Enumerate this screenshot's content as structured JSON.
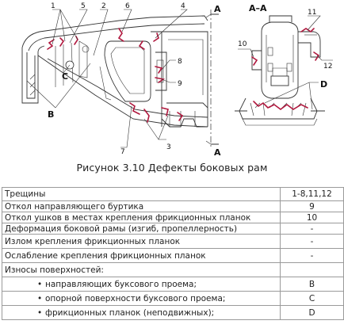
{
  "figure": {
    "caption": "Рисунок 3.10 Дефекты боковых рам",
    "callouts": [
      "1",
      "2",
      "3",
      "4",
      "5",
      "6",
      "7",
      "8",
      "9",
      "10",
      "11",
      "12"
    ],
    "letter_labels": [
      "A",
      "A",
      "A–A",
      "B",
      "C",
      "D"
    ]
  },
  "table": {
    "rows": [
      {
        "text": "Трещины",
        "code": "1-8,11,12"
      },
      {
        "text": "Откол направляющего буртика",
        "code": "9"
      },
      {
        "text": "Откол ушков в местах крепления фрикционных планок",
        "code": "10"
      },
      {
        "text": "Деформация боковой рамы (изгиб, пропеллерность)",
        "code": "-"
      },
      {
        "text": "Излом крепления фрикционных планок",
        "code": "-"
      },
      {
        "text": "Ослабление крепления фрикционных планок",
        "code": "-"
      },
      {
        "text": "Износы поверхностей:",
        "code": ""
      },
      {
        "text": "направляющих буксового проема;",
        "code": "B",
        "bullet": "•"
      },
      {
        "text": "опорной поверхности буксового проема;",
        "code": "C",
        "bullet": "•"
      },
      {
        "text": "фрикционных планок (неподвижных);",
        "code": "D",
        "bullet": "•"
      }
    ]
  }
}
